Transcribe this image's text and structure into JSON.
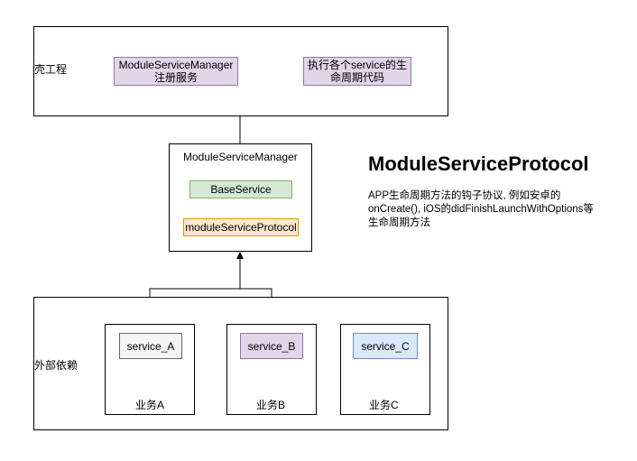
{
  "shell": {
    "label": "壳工程",
    "manager_box": {
      "line1": "ModuleServiceManager",
      "line2": "注册服务"
    },
    "lifecycle_box": {
      "line1": "执行各个service的生",
      "line2": "命周期代码"
    }
  },
  "manager": {
    "title": "ModuleServiceManager",
    "base_service": "BaseService",
    "protocol": "moduleServiceProtocol"
  },
  "external": {
    "label": "外部依赖",
    "businesses": [
      {
        "service": "service_A",
        "name": "业务A",
        "color": "#f5f5f5",
        "border": "#666666"
      },
      {
        "service": "service_B",
        "name": "业务B",
        "color": "#e1d5e7",
        "border": "#9673a6"
      },
      {
        "service": "service_C",
        "name": "业务C",
        "color": "#dae8fc",
        "border": "#6c8ebf"
      }
    ]
  },
  "note": {
    "title": "ModuleServiceProtocol",
    "description": "APP生命周期方法的钩子协议, 例如安卓的onCreate(), iOS的didFinishLaunchWithOptions等生命周期方法"
  },
  "colors": {
    "purple_fill": "#e1d5e7",
    "purple_border": "#9673a6",
    "green_fill": "#d5e8d4",
    "green_border": "#82b366",
    "orange_fill": "#ffe6cc",
    "orange_border": "#d79b00"
  }
}
